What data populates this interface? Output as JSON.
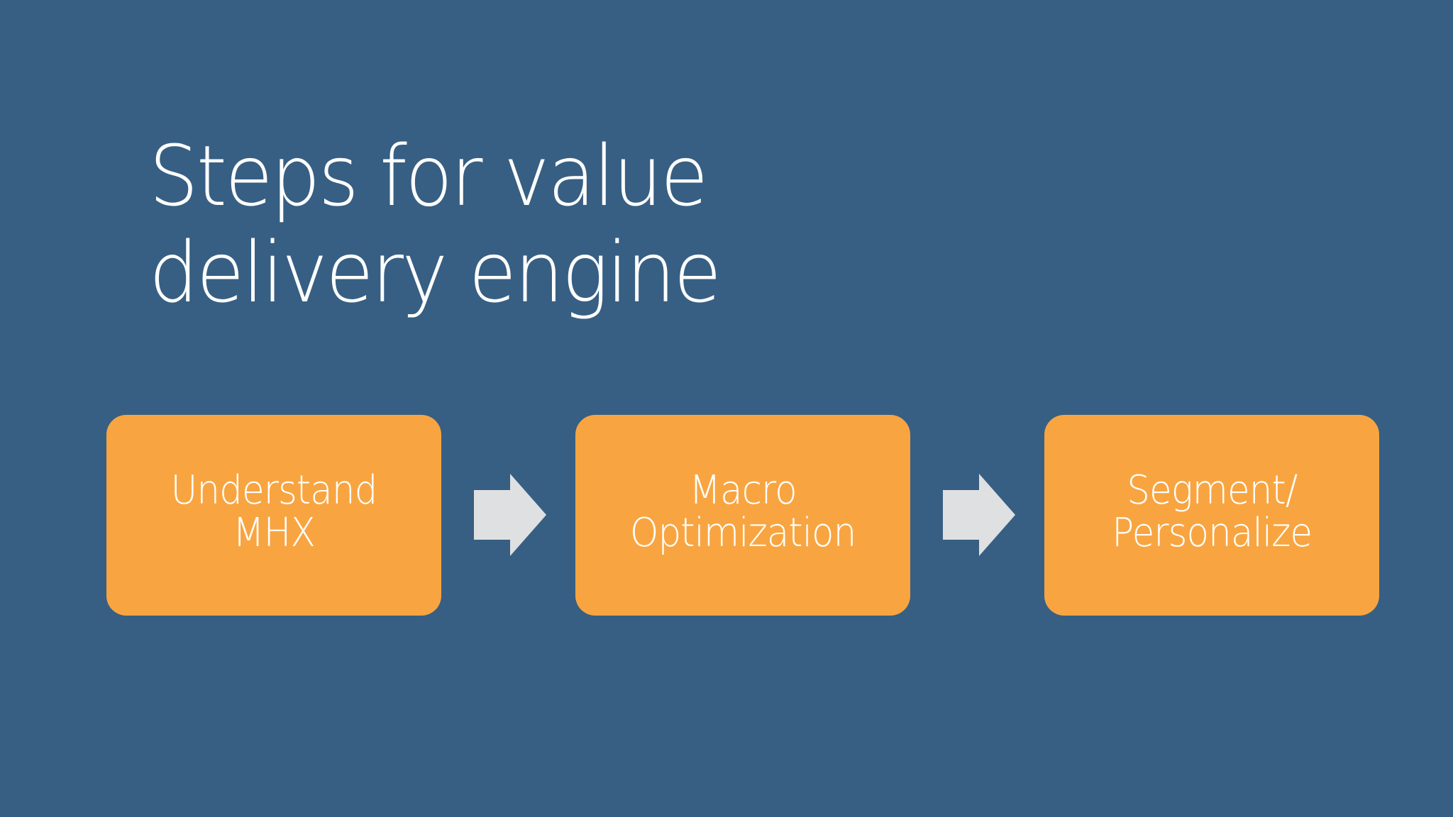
{
  "slide": {
    "title_lines": [
      "Steps for value",
      "delivery engine"
    ],
    "background_color": "#375f83",
    "box_color": "#f8a541",
    "arrow_color": "#dfe0e2",
    "text_color": "#ffffff"
  },
  "steps": [
    {
      "lines": [
        "Understand",
        "MHX"
      ]
    },
    {
      "lines": [
        "Macro",
        "Optimization"
      ]
    },
    {
      "lines": [
        "Segment/",
        "Personalize"
      ]
    }
  ],
  "connectors": [
    {
      "icon": "right-arrow-icon",
      "from": 0,
      "to": 1
    },
    {
      "icon": "right-arrow-icon",
      "from": 1,
      "to": 2
    }
  ]
}
